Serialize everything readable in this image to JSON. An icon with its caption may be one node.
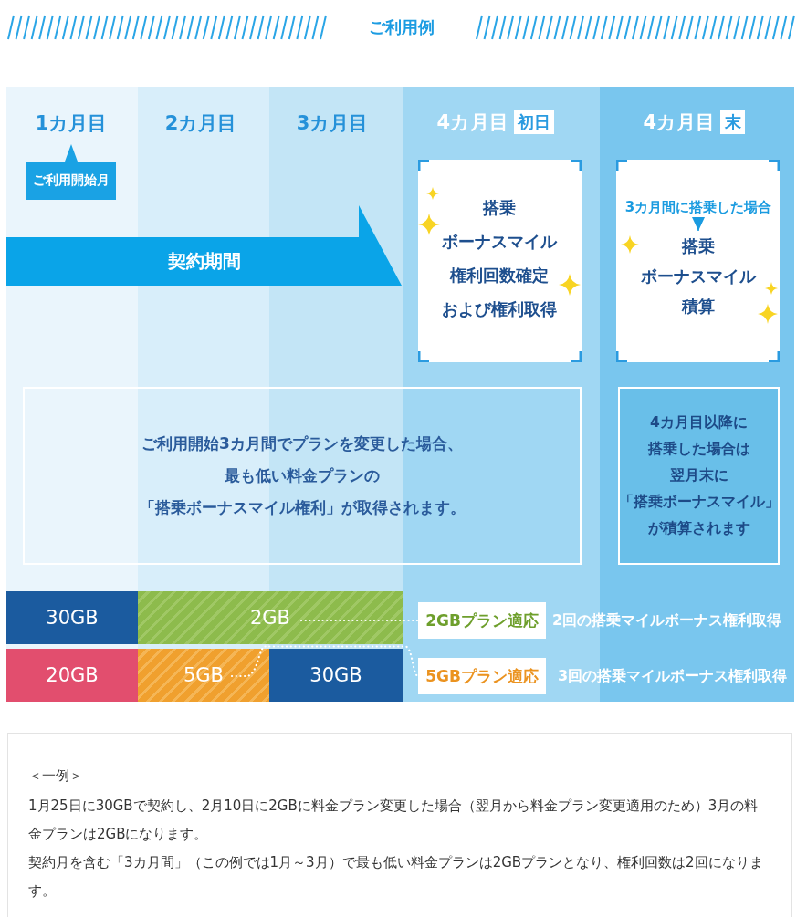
{
  "diagram": {
    "title": "ご利用例",
    "nodes": [
      {
        "text": [
          "初日"
        ]
      },
      {
        "text": [
          "末"
        ]
      },
      {
        "text": [
          "ご利用開始月"
        ]
      },
      {
        "text": [
          "契約期間"
        ]
      },
      {
        "text": [
          "搭乗ボーナスマイル権利回数確定および権利取得"
        ]
      },
      {
        "text": [],
        "shape": "box"
      },
      {
        "text": [
          "3カ月間に搭乗した場合"
        ],
        "in": 5
      },
      {
        "text": [
          "搭乗ボーナスマイル積算"
        ],
        "in": 5
      },
      {
        "text": [
          "ご利用開始3カ月間でプランを変更した場合、最も低い料金プランの「搭乗ボーナスマイル権利」が取得されます。"
        ]
      },
      {
        "text": [
          "4カ月目以降に搭乗した場合は翌月末に「搭乗ボーナスマイル」が積算されます"
        ]
      },
      {
        "text": [
          "30GB"
        ]
      },
      {
        "text": [
          "2GB"
        ]
      },
      {
        "text": [
          "2GBプラン適応"
        ],
        "beside": [
          "2回の搭乗マイルボーナス権利取得"
        ]
      },
      {
        "text": [
          "20GB"
        ]
      },
      {
        "text": [
          "5GB"
        ]
      },
      {
        "text": [
          "30GB"
        ]
      },
      {
        "text": [
          "5GBプラン適応"
        ],
        "beside": [
          "3回の搭乗マイルボーナス権利取得"
        ]
      },
      {
        "text": [
          "＜一例＞",
          "1月25日に30GBで契約し、2月10日に2GBに料金プラン変更した場合（翌月から料金プラン変更適用のため）3月の料金プランは2GBになります。",
          "契約月を含む「3カ月間」（この例では1月～3月）で最も低い料金プランは2GBプランとなり、権利回数は2回になります。"
        ]
      }
    ],
    "edges": [
      {
        "from": 6,
        "to": 7,
        "arrow": "to",
        "color": "#1a9be0"
      },
      {
        "from": 11,
        "to": 12,
        "arrow": "none",
        "style": "dashed"
      },
      {
        "from": 14,
        "to": 16,
        "arrow": "none",
        "style": "dashed"
      }
    ],
    "labels": [
      "1カ月目",
      "2カ月目",
      "3カ月目",
      "4カ月目",
      "4カ月目"
    ]
  }
}
